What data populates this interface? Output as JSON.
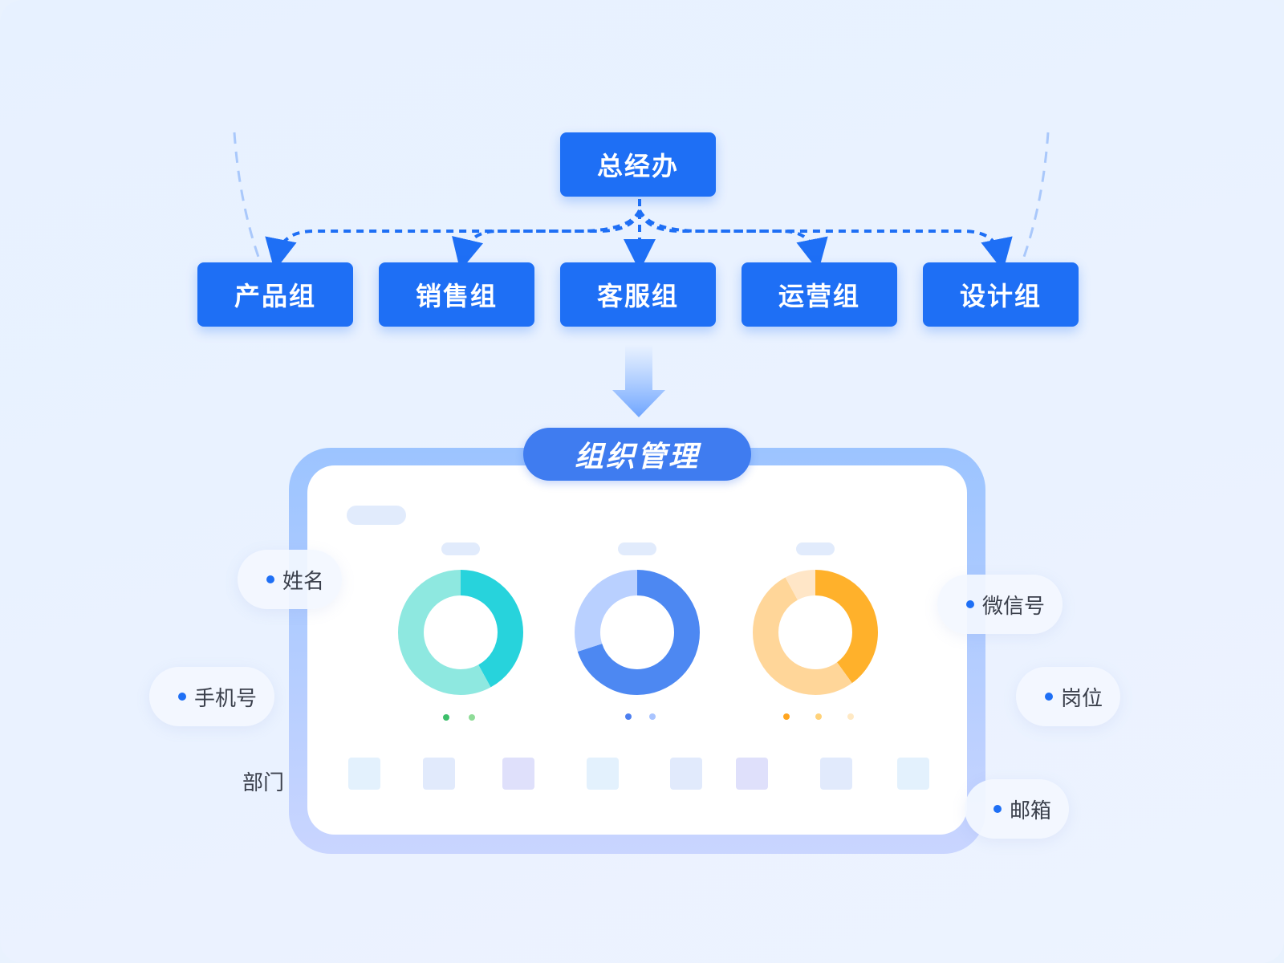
{
  "org_chart": {
    "root": "总经办",
    "children": [
      "产品组",
      "销售组",
      "客服组",
      "运营组",
      "设计组"
    ]
  },
  "module_title": "组织管理",
  "fields_left": [
    "姓名",
    "手机号"
  ],
  "field_plain": "部门",
  "fields_right": [
    "微信号",
    "岗位",
    "邮箱"
  ],
  "donut_charts": [
    {
      "segments": [
        0.42,
        0.58
      ],
      "colors": [
        "#27d3dc",
        "#8ee8e0"
      ],
      "legend_colors": [
        "#3dbf6a",
        "#8fdc98"
      ]
    },
    {
      "segments": [
        0.7,
        0.3
      ],
      "colors": [
        "#4d88f2",
        "#b9d0ff"
      ],
      "legend_colors": [
        "#4d7ff0",
        "#a9c4ff"
      ]
    },
    {
      "segments": [
        0.4,
        0.52,
        0.08
      ],
      "colors": [
        "#ffb12b",
        "#ffd699",
        "#ffe6c7"
      ],
      "legend_colors": [
        "#ffa51f",
        "#ffd27a",
        "#ffe9c4"
      ]
    }
  ],
  "tile_colors": [
    "#e3f1fd",
    "#e1eafc",
    "#dfe0fb",
    "#e3f1fd",
    "#e1eafc",
    "#dfe0fb",
    "#e1eafc",
    "#e3f1fd"
  ],
  "colors": {
    "primary": "#1e6ff5",
    "banner": "#3f7cf0"
  }
}
